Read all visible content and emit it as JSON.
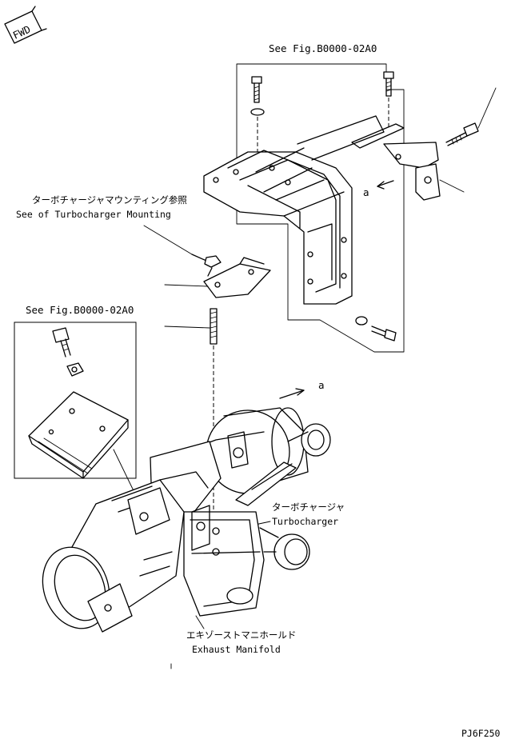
{
  "direction_mark": "FWD",
  "refs": {
    "top_see_fig": "See Fig.B0000-02A0",
    "left_see_fig": "See Fig.B0000-02A0"
  },
  "labels": {
    "mounting_jp": "ターボチャージャマウンティング参照",
    "mounting_en": "See of Turbocharger Mounting",
    "turbo_jp": "ターボチャージャ",
    "turbo_en": "Turbocharger",
    "exhaust_jp": "エキゾーストマニホールド",
    "exhaust_en": "Exhaust Manifold",
    "view_a_top": "a",
    "view_a_mid": "a"
  },
  "drawing_code": "PJ6F250"
}
